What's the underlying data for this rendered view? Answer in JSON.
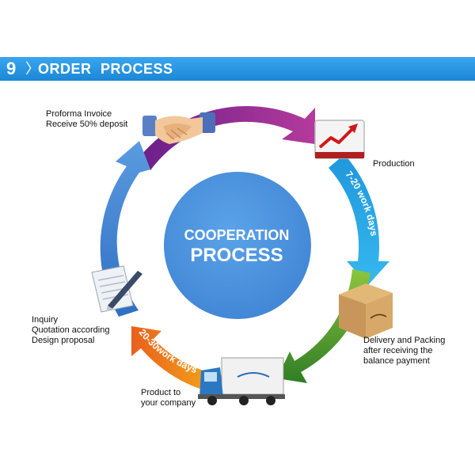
{
  "header": {
    "number": "9",
    "separator": "〉",
    "title": "ORDER PROCESS"
  },
  "center": {
    "line1": "COOPERATION",
    "line2": "PROCESS"
  },
  "steps": {
    "proforma": {
      "line1": "Proforma Invoice",
      "line2": "Receive 50% deposit"
    },
    "production": {
      "line1": "Production"
    },
    "delivery": {
      "line1": "Delivery and Packing",
      "line2": "after receiving the",
      "line3": "balance payment"
    },
    "product": {
      "line1": "Product to",
      "line2": "your company"
    },
    "inquiry": {
      "line1": "Inquiry",
      "line2": "Quotation according",
      "line3": "Design proposal"
    }
  },
  "arc_labels": {
    "production_days": "7-20 work days",
    "shipping_days": "20-30work days"
  },
  "colors": {
    "banner": "#1b86d6",
    "center_circle": "#4a8fdc",
    "arc_purple": "#8e2a8e",
    "arc_light_blue": "#28a7e6",
    "arc_green": "#5fa02e",
    "arc_orange": "#f08a1a",
    "arc_blue": "#3a7ed0"
  },
  "icons": [
    "handshake-icon",
    "chart-up-icon",
    "box-icon",
    "truck-icon",
    "document-pen-icon"
  ]
}
